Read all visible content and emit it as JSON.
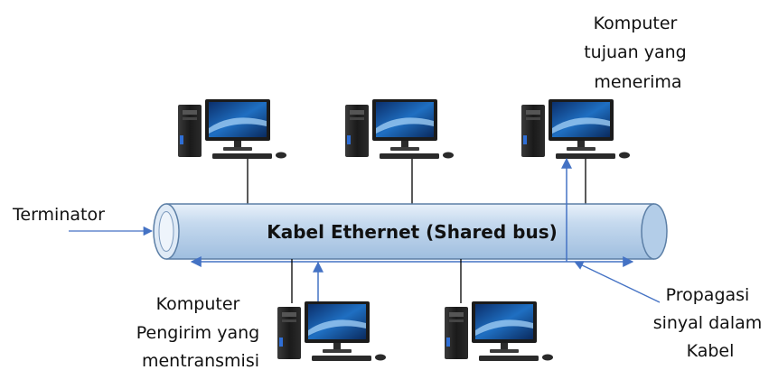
{
  "labels": {
    "terminator": "Terminator",
    "bus": "Kabel Ethernet (Shared bus)",
    "receiver": [
      "Komputer",
      "tujuan yang",
      "menerima"
    ],
    "sender": [
      "Komputer",
      "Pengirim yang",
      "mentransmisi"
    ],
    "propagation": [
      "Propagasi",
      "sinyal dalam",
      "Kabel"
    ]
  },
  "colors": {
    "cable_fill": "#c5d9ee",
    "cable_stroke": "#5c7fa6",
    "arrow": "#4472c4",
    "wire": "#000000"
  },
  "icons": [
    "desktop-computer-icon"
  ]
}
